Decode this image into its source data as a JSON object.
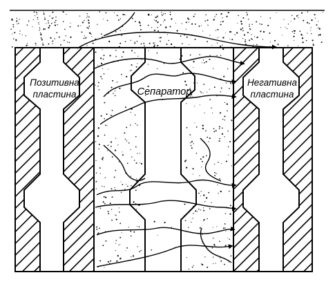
{
  "labels": {
    "positive_plate": {
      "line1": "Позитивна",
      "line2": "пластина"
    },
    "separator": "Сепаратор",
    "negative_plate": {
      "line1": "Негативна",
      "line2": "пластина"
    }
  },
  "colors": {
    "ink": "#000000",
    "background": "#ffffff",
    "stipple": "#1a1a1a"
  }
}
